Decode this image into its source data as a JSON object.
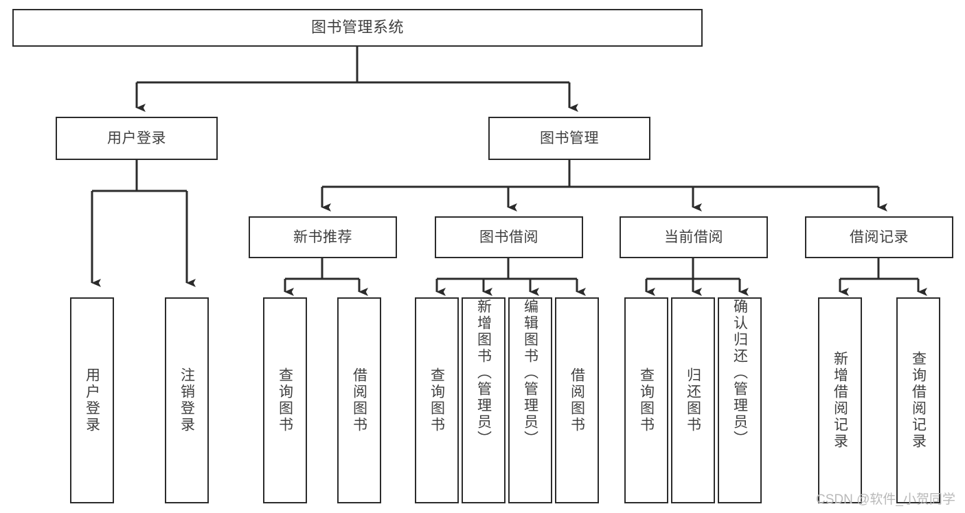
{
  "diagram": {
    "type": "tree-hierarchy-chart",
    "title": "图书管理系统",
    "line_color": "#2b2b2b",
    "text_color": "#3f3f3f",
    "box_fill": "#ffffff",
    "background": "#ffffff",
    "nodes": {
      "root": {
        "label": "图书管理系统"
      },
      "level2": [
        {
          "id": "user-login",
          "label": "用户登录"
        },
        {
          "id": "book-manage",
          "label": "图书管理"
        }
      ],
      "level3": [
        {
          "id": "new-book-recommend",
          "label": "新书推荐"
        },
        {
          "id": "book-borrow",
          "label": "图书借阅"
        },
        {
          "id": "current-borrow",
          "label": "当前借阅"
        },
        {
          "id": "borrow-record",
          "label": "借阅记录"
        }
      ],
      "leaves": [
        {
          "id": "leaf-user-login",
          "label": "用户登录",
          "parent": "user-login"
        },
        {
          "id": "leaf-logout-login",
          "label": "注销登录",
          "parent": "user-login"
        },
        {
          "id": "leaf-query-book-1",
          "label": "查询图书",
          "parent": "new-book-recommend"
        },
        {
          "id": "leaf-borrow-book-1",
          "label": "借阅图书",
          "parent": "new-book-recommend"
        },
        {
          "id": "leaf-query-book-2",
          "label": "查询图书",
          "parent": "book-borrow"
        },
        {
          "id": "leaf-add-book",
          "label": "新增图书（管理员）",
          "parent": "book-borrow"
        },
        {
          "id": "leaf-edit-book",
          "label": "编辑图书（管理员）",
          "parent": "book-borrow"
        },
        {
          "id": "leaf-borrow-book-2",
          "label": "借阅图书",
          "parent": "book-borrow"
        },
        {
          "id": "leaf-query-book-3",
          "label": "查询图书",
          "parent": "current-borrow"
        },
        {
          "id": "leaf-return-book",
          "label": "归还图书",
          "parent": "current-borrow"
        },
        {
          "id": "leaf-confirm-return",
          "label": "确认归还（管理员）",
          "parent": "current-borrow"
        },
        {
          "id": "leaf-add-record",
          "label": "新增借阅记录",
          "parent": "borrow-record"
        },
        {
          "id": "leaf-query-record",
          "label": "查询借阅记录",
          "parent": "borrow-record"
        }
      ]
    }
  },
  "watermark": {
    "text": "CSDN @软件_小贺同学"
  }
}
